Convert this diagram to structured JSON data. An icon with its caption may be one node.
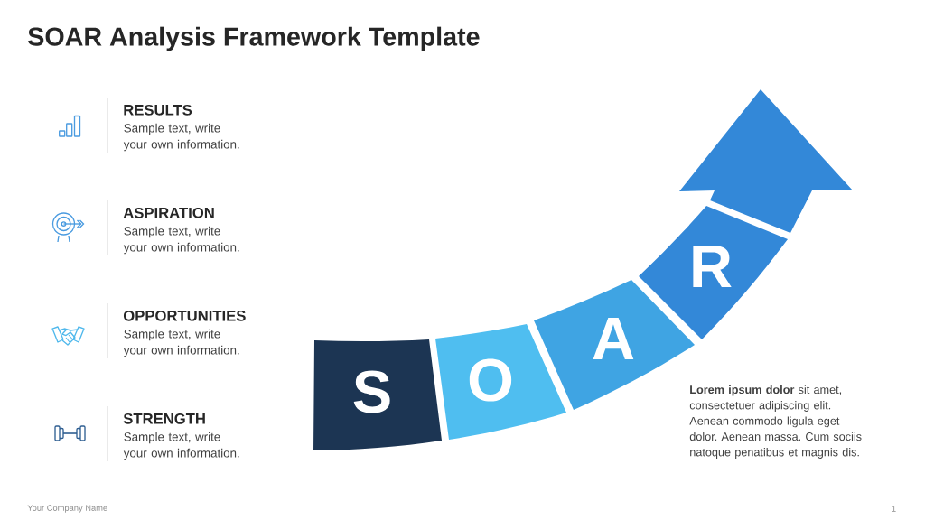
{
  "diagram": {
    "title": "SOAR Analysis Framework Template",
    "nodes": [
      {
        "text": [
          "S"
        ]
      },
      {
        "text": [
          "O"
        ]
      },
      {
        "text": [
          "A"
        ]
      },
      {
        "text": [
          "R"
        ]
      },
      {
        "text": [],
        "shape": "arrow"
      }
    ],
    "labels": [
      "RESULTS",
      "Sample text, write your own information.",
      "ASPIRATION",
      "Sample text, write your own information.",
      "OPPORTUNITIES",
      "Sample text, write your own information.",
      "STRENGTH",
      "Sample text, write your own information.",
      "**Lorem ipsum dolor** sit amet, consectetuer adipiscing elit. Aenean commodo ligula eget dolor. Aenean massa. Cum sociis natoque penatibus et magnis dis.",
      "Your Company Name",
      "1"
    ]
  }
}
